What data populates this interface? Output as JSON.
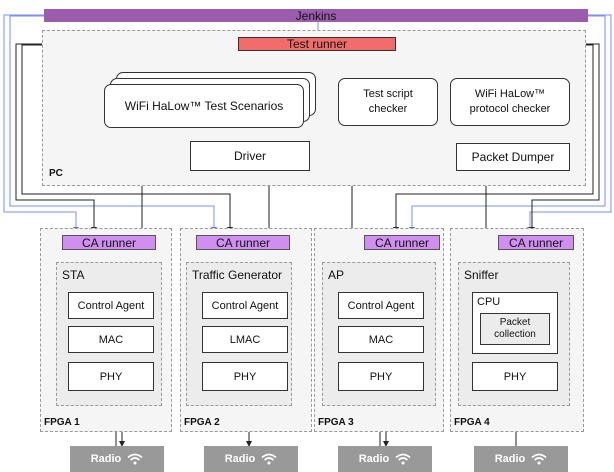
{
  "jenkins": "Jenkins",
  "test_runner": "Test runner",
  "pc": {
    "label": "PC",
    "test_scenarios": "WiFi HaLow™ Test Scenarios",
    "test_script_checker": "Test script\nchecker",
    "protocol_checker": "WiFi HaLow™\nprotocol checker",
    "driver": "Driver",
    "packet_dumper": "Packet Dumper"
  },
  "fpgas": [
    {
      "label": "FPGA 1",
      "ca_runner": "CA runner",
      "device": "STA",
      "blocks": [
        "Control Agent",
        "MAC",
        "PHY"
      ],
      "radio": "Radio"
    },
    {
      "label": "FPGA 2",
      "ca_runner": "CA runner",
      "device": "Traffic Generator",
      "blocks": [
        "Control Agent",
        "LMAC",
        "PHY"
      ],
      "radio": "Radio"
    },
    {
      "label": "FPGA 3",
      "ca_runner": "CA runner",
      "device": "AP",
      "blocks": [
        "Control Agent",
        "MAC",
        "PHY"
      ],
      "radio": "Radio"
    },
    {
      "label": "FPGA 4",
      "ca_runner": "CA runner",
      "device": "Sniffer",
      "cpu_label": "CPU",
      "packet_collection": "Packet\ncollection",
      "phy": "PHY",
      "radio": "Radio"
    }
  ],
  "colors": {
    "jenkins": "#9c5cae",
    "test_runner": "#f26c6c",
    "ca_runner": "#cf8ef0",
    "radio": "#999999",
    "jenkins_lines": "#7b8cf2"
  },
  "icons": {
    "radio": "wifi-icon"
  }
}
